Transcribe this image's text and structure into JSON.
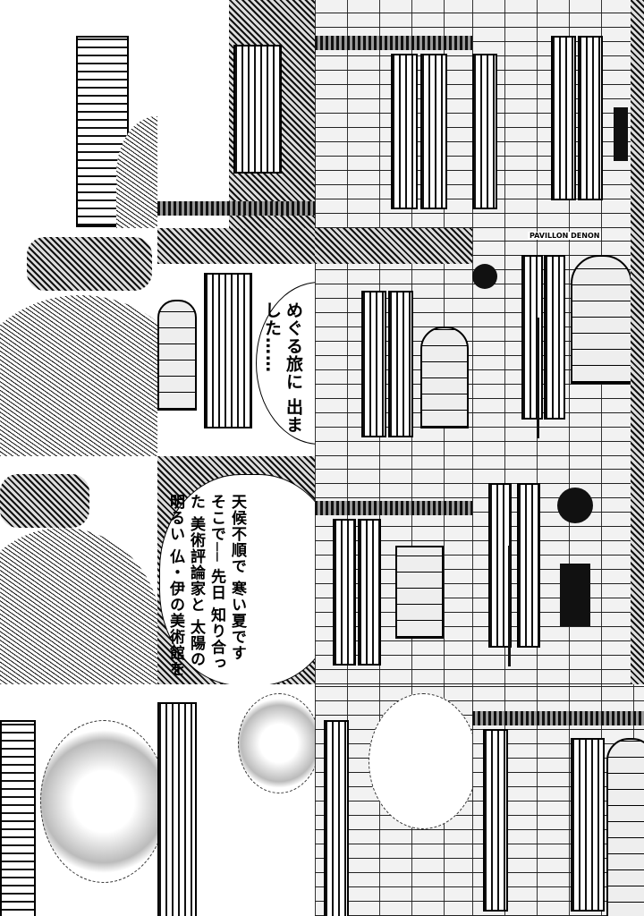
{
  "sign": {
    "text": "PAVILLON DENON"
  },
  "caption_1": {
    "lines": [
      "めぐる旅に",
      "出ました……"
    ]
  },
  "caption_2": {
    "lines": [
      "天候不順で",
      "寒い夏です",
      "そこで──",
      "先日 知り合った",
      "美術評論家と",
      "太陽の明るい",
      "仏・伊の美術館を"
    ]
  }
}
